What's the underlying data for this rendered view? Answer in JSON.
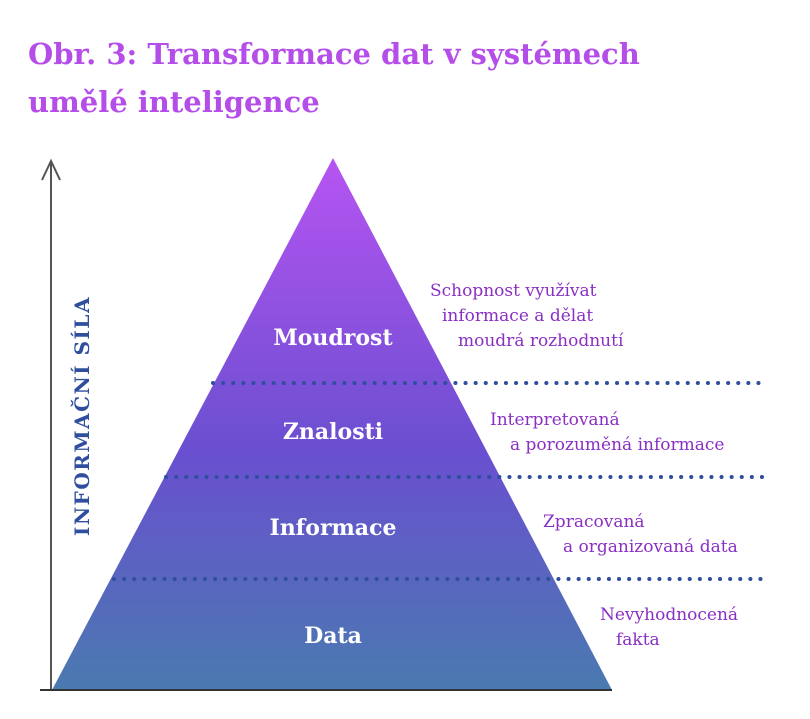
{
  "title": {
    "line1": "Obr. 3: Transformace dat v systémech",
    "line2": "umělé inteligence"
  },
  "axis": {
    "label": "INFORMAČNÍ SÍLA"
  },
  "levels": [
    {
      "label": "Moudrost",
      "description": [
        "Schopnost využívat",
        "informace a dělat",
        "moudrá rozhodnutí"
      ]
    },
    {
      "label": "Znalosti",
      "description": [
        "Interpretovaná",
        "a porozuměná informace"
      ]
    },
    {
      "label": "Informace",
      "description": [
        "Zpracovaná",
        "a organizovaná data"
      ]
    },
    {
      "label": "Data",
      "description": [
        "Nevyhodnocená",
        "fakta"
      ]
    }
  ],
  "colors": {
    "title": "#b54ee8",
    "pyramid_top": "#b754f2",
    "pyramid_bottom": "#4a7ab0",
    "axis_label": "#2f4f9e",
    "descriptions": "#8a2fc4",
    "separators": "#2f4f9e"
  }
}
